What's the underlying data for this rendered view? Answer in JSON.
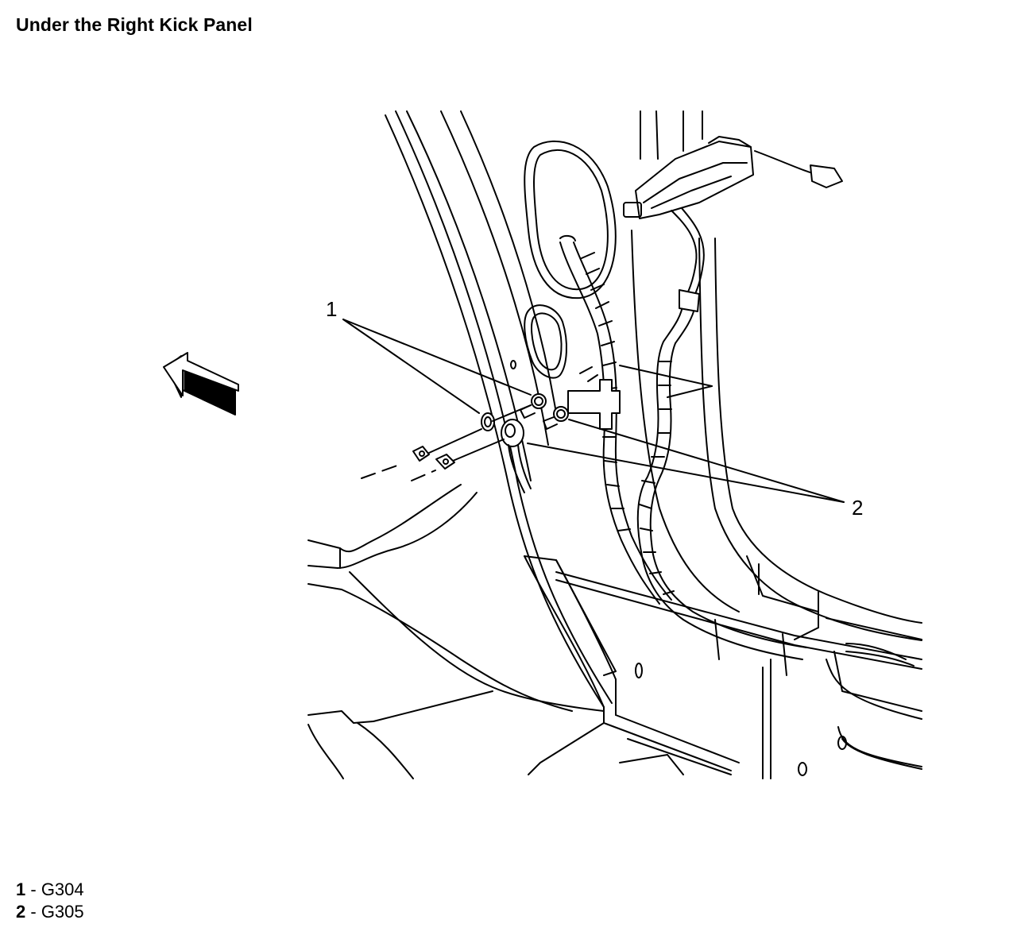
{
  "title": "Under the Right Kick Panel",
  "callouts": [
    {
      "number": "1"
    },
    {
      "number": "2"
    }
  ],
  "legend": [
    {
      "number": "1",
      "separator": " - ",
      "label": "G304"
    },
    {
      "number": "2",
      "separator": " - ",
      "label": "G305"
    }
  ],
  "colors": {
    "line": "#000000",
    "background": "#ffffff"
  },
  "icons": {
    "direction_arrow": "forward-arrow-icon"
  }
}
